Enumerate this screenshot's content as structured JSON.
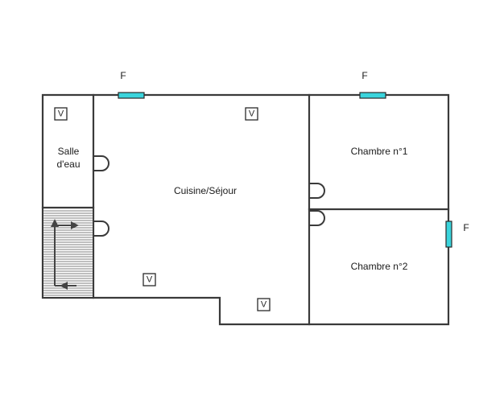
{
  "rooms": {
    "bathroom_line1": "Salle",
    "bathroom_line2": "d'eau",
    "living": "Cuisine/Séjour",
    "bedroom1": "Chambre n°1",
    "bedroom2": "Chambre n°2"
  },
  "window_label": "F",
  "vent_label": "V",
  "colors": {
    "wall": "#3a3a3a",
    "window": "#3ad4dc"
  },
  "icons": {
    "vent": "vent-icon",
    "window": "window-icon",
    "door": "door-swing-icon",
    "stairs": "staircase-icon"
  }
}
